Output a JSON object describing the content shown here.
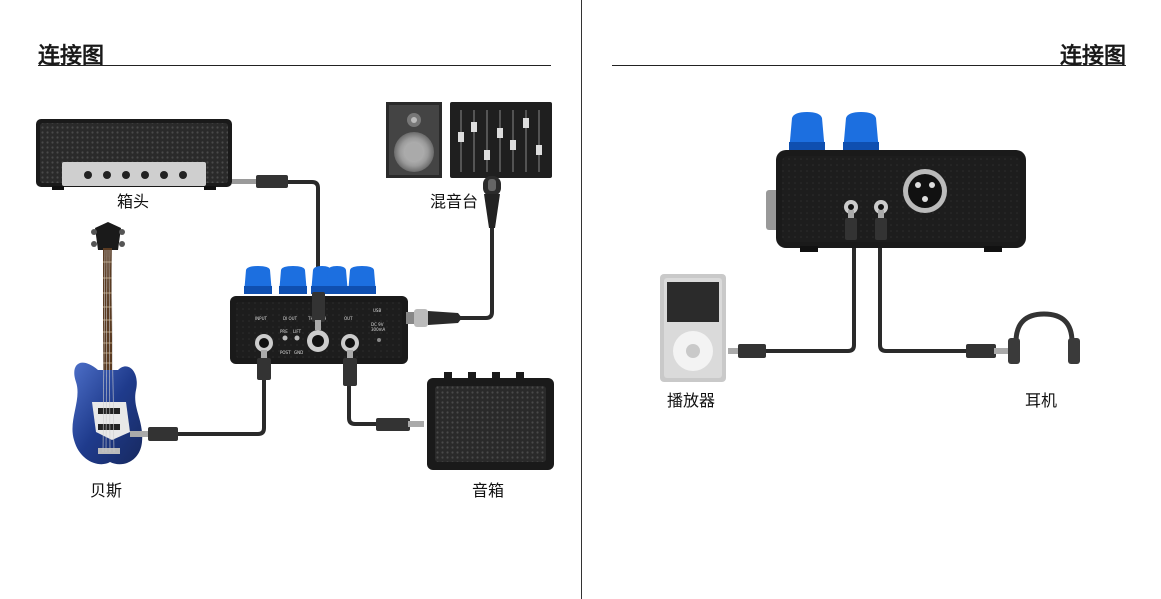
{
  "left": {
    "title": "连接图",
    "labels": {
      "amp_head": "箱头",
      "mixer": "混音台",
      "bass": "贝斯",
      "speaker": "音箱"
    },
    "pedal_labels": {
      "input": "INPUT",
      "di_out": "DI OUT",
      "thru_ch": "THRU CH",
      "out": "OUT",
      "usb": "USB",
      "pre": "PRE",
      "lift": "LIFT",
      "post": "POST",
      "gnd": "GND",
      "dc": "DC 9V",
      "dc_sub": "300mA"
    }
  },
  "right": {
    "title": "连接图",
    "labels": {
      "player": "播放器",
      "headphones": "耳机"
    }
  },
  "colors": {
    "knob": "#1c6fe0",
    "device": "#1c1c1c",
    "cable": "#2a2a2a"
  }
}
